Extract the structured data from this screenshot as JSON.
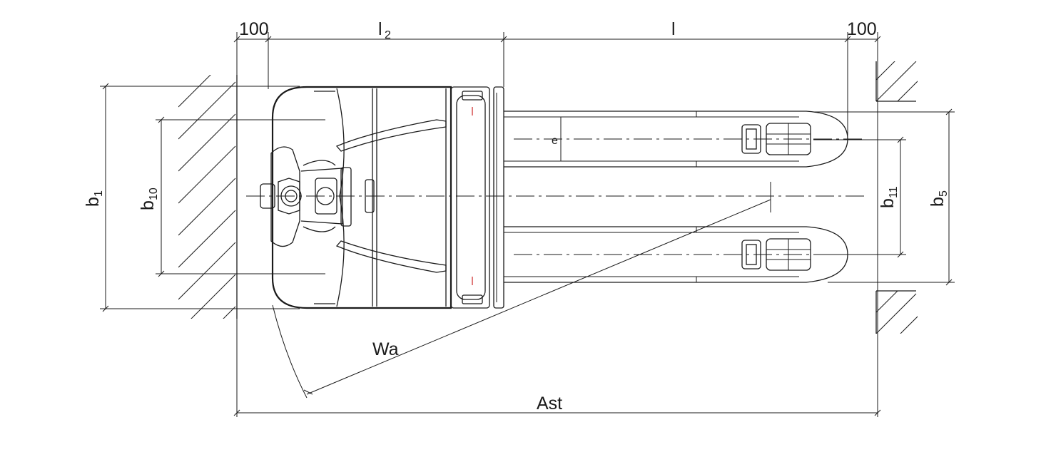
{
  "labels": {
    "top_left_100": "100",
    "l2_main": "l",
    "l2_sub": "2",
    "l": "l",
    "top_right_100": "100",
    "b1_main": "b",
    "b1_sub": "1",
    "b10_main": "b",
    "b10_sub": "10",
    "b11_main": "b",
    "b11_sub": "11",
    "b5_main": "b",
    "b5_sub": "5",
    "e": "e",
    "wa": "Wa",
    "ast": "Ast"
  }
}
